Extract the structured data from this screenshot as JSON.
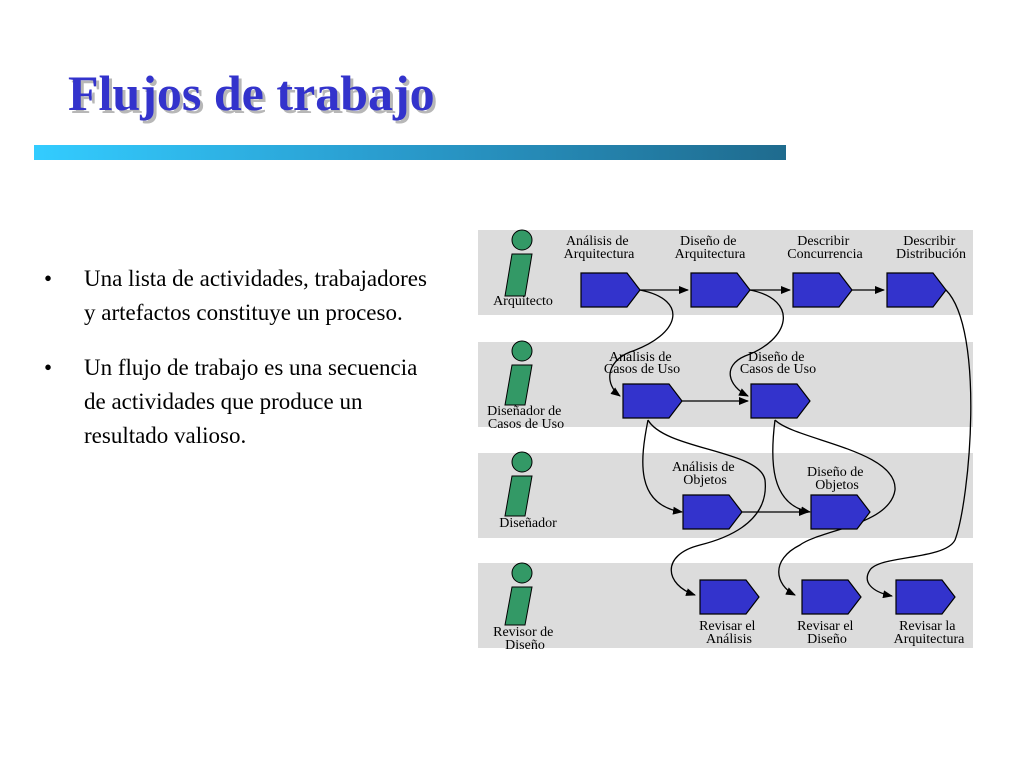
{
  "title": "Flujos de trabajo",
  "bullets": [
    "Una lista de actividades, trabajadores y artefactos constituye un proceso.",
    "Un flujo de trabajo es una secuencia de actividades que produce un resultado valioso."
  ],
  "bullet_symbol": "•",
  "workers": [
    {
      "name_lines": [
        "Arquitecto"
      ]
    },
    {
      "name_lines": [
        "Diseñador de",
        "Casos de Uso"
      ]
    },
    {
      "name_lines": [
        "Diseñador"
      ]
    },
    {
      "name_lines": [
        "Revisor de",
        "Diseño"
      ]
    }
  ],
  "activities": [
    {
      "lines": [
        "Análisis de",
        "Arquitectura"
      ]
    },
    {
      "lines": [
        "Diseño de",
        "Arquitectura"
      ]
    },
    {
      "lines": [
        "Describir",
        "Concurrencia"
      ]
    },
    {
      "lines": [
        "Describir",
        "Distribución"
      ]
    },
    {
      "lines": [
        "Análisis de",
        "Casos de Uso"
      ]
    },
    {
      "lines": [
        "Diseño de",
        "Casos de Uso"
      ]
    },
    {
      "lines": [
        "Análisis de",
        "Objetos"
      ]
    },
    {
      "lines": [
        "Diseño de",
        "Objetos"
      ]
    },
    {
      "lines": [
        "Revisar el",
        "Análisis"
      ]
    },
    {
      "lines": [
        "Revisar el",
        "Diseño"
      ]
    },
    {
      "lines": [
        "Revisar la",
        "Arquitectura"
      ]
    }
  ],
  "colors": {
    "title": "#3333cc",
    "activity_fill": "#3333cc",
    "worker_fill": "#339966",
    "lane_fill": "#dcdcdc"
  },
  "icons": {
    "worker": "worker-icon",
    "activity": "activity-chevron-icon"
  }
}
